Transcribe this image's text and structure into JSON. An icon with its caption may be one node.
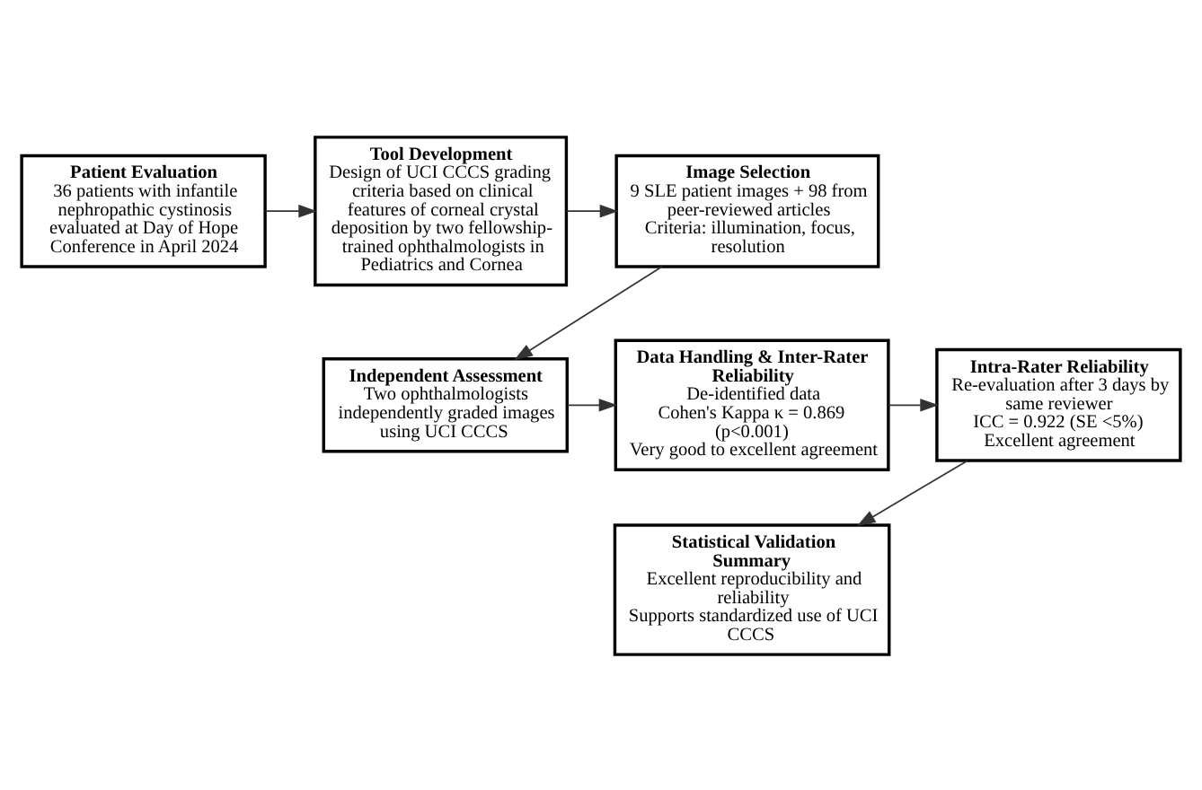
{
  "diagram": {
    "nodes": [
      {
        "text": [
          "Patient Evaluation",
          "36 patients with infantile nephropathic cystinosis evaluated at Day of Hope Conference in April 2024"
        ]
      },
      {
        "text": [
          "Tool Development",
          "Design of UCI CCCS grading criteria based on clinical features of corneal crystal deposition by two fellowship-trained ophthalmologists in Pediatrics and Cornea"
        ]
      },
      {
        "text": [
          "Image Selection",
          "9 SLE patient images + 98 from peer-reviewed articles",
          "Criteria: illumination, focus, resolution"
        ]
      },
      {
        "text": [
          "Independent Assessment",
          "Two ophthalmologists independently graded images using UCI CCCS"
        ]
      },
      {
        "text": [
          "Data Handling & Inter-Rater Reliability",
          "De-identified data",
          "Cohen's Kappa κ = 0.869 (p<0.001)",
          "Very good to excellent agreement"
        ]
      },
      {
        "text": [
          "Intra-Rater Reliability",
          "Re-evaluation after 3 days by same reviewer",
          "ICC = 0.922 (SE <5%)",
          "Excellent agreement"
        ]
      },
      {
        "text": [
          "Statistical Validation Summary",
          "Excellent reproducibility and reliability",
          "Supports standardized use of UCI CCCS"
        ]
      }
    ],
    "edges": [
      {
        "from": 0,
        "to": 1,
        "arrow": "to"
      },
      {
        "from": 1,
        "to": 2,
        "arrow": "to"
      },
      {
        "from": 2,
        "to": 3,
        "arrow": "to"
      },
      {
        "from": 3,
        "to": 4,
        "arrow": "to"
      },
      {
        "from": 4,
        "to": 5,
        "arrow": "to"
      },
      {
        "from": 5,
        "to": 6,
        "arrow": "to"
      }
    ]
  }
}
